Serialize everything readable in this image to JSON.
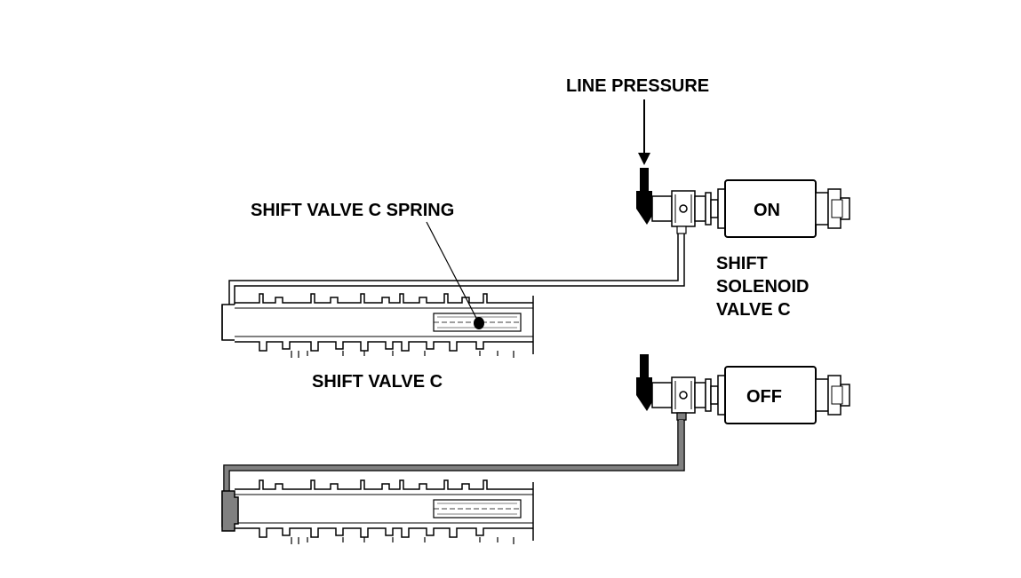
{
  "labels": {
    "line_pressure": "LINE PRESSURE",
    "spring": "SHIFT VALVE C SPRING",
    "solenoid": [
      "SHIFT",
      "SOLENOID",
      "VALVE C"
    ],
    "valve": "SHIFT VALVE C"
  },
  "states": {
    "top": "ON",
    "bottom": "OFF"
  },
  "colors": {
    "line": "#000000",
    "pressure_fill": "#808080",
    "background": "#ffffff"
  }
}
